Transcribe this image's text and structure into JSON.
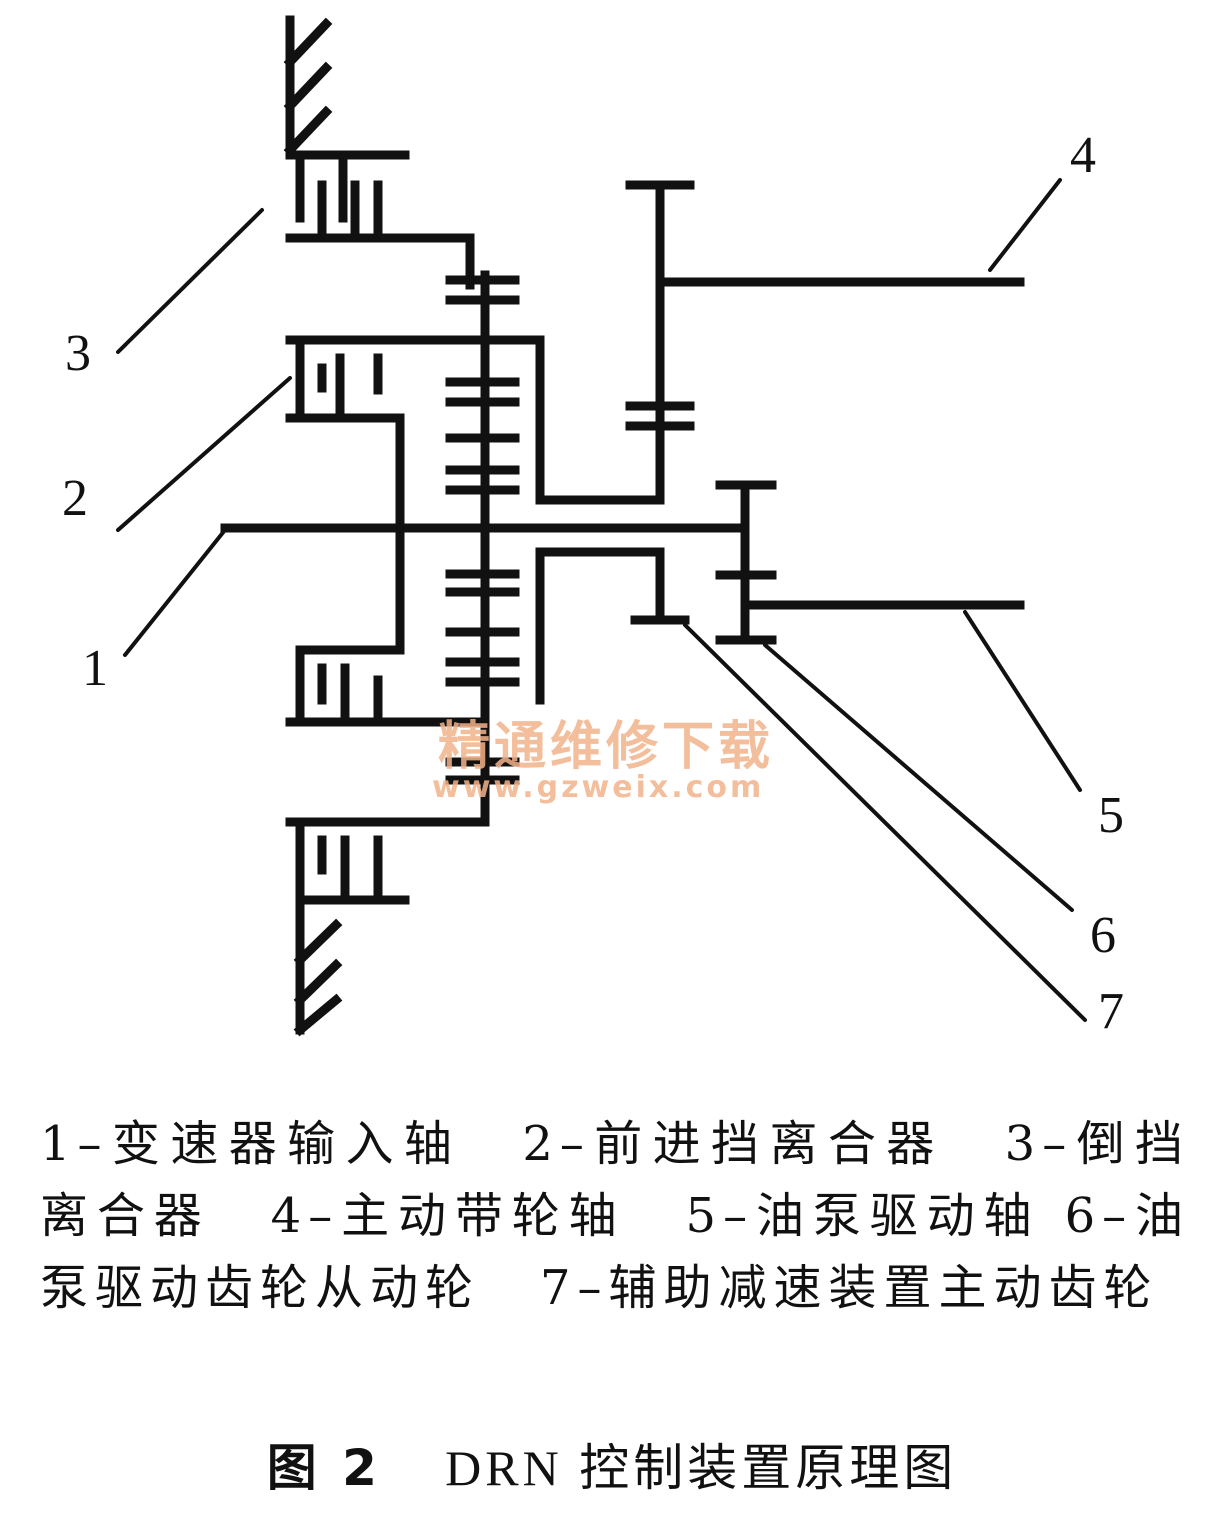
{
  "diagram": {
    "labels": [
      "1",
      "2",
      "3",
      "4",
      "5",
      "6",
      "7"
    ],
    "watermark": {
      "text": "精通维修下载",
      "url": "www.gzweix.com"
    },
    "colors": {
      "line": "#111111",
      "watermark": "#f2b38a"
    }
  },
  "legend": {
    "items": [
      "1–变速器输入轴",
      "2–前进挡离合器",
      "3–倒挡离合器",
      "4–主动带轮轴",
      "5–油泵驱动轴",
      "6–油泵驱动齿轮从动轮",
      "7–辅助减速装置主动齿轮"
    ]
  },
  "caption": {
    "prefix": "图 2",
    "name": "DRN 控制装置原理图"
  }
}
